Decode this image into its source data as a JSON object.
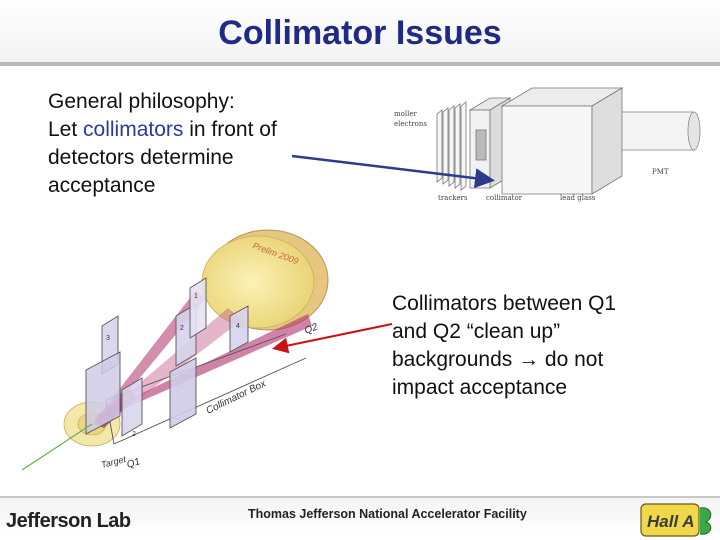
{
  "slide": {
    "title": "Collimator Issues",
    "left_text": {
      "line1": "General philosophy:",
      "line2_before": "Let ",
      "line2_highlight": "collimators",
      "line2_after": " in front of",
      "line3": "detectors determine",
      "line4": "acceptance"
    },
    "right_text": {
      "line1": "Collimators between Q1",
      "line2": "and Q2 “clean up”",
      "line3": "backgrounds → do not",
      "line4": "impact acceptance"
    },
    "top_diagram_labels": {
      "moller": "moller",
      "electrons": "electrons",
      "trackers": "trackers",
      "collimator": "collimator",
      "lead_glass": "lead glass",
      "pmt": "PMT"
    },
    "main_diagram_labels": {
      "q2": "Q2",
      "q1": "Q1",
      "collimator_box": "Collimator Box",
      "target": "Target",
      "prelim": "Prelim 2009",
      "n1": "1",
      "n2": "2",
      "n3": "3",
      "n4": "4"
    }
  },
  "footer": {
    "lab_name": "Jefferson Lab",
    "facility": "Thomas Jefferson National Accelerator Facility",
    "halla_logo_text": "Hall A"
  },
  "colors": {
    "title": "#1f2a86",
    "highlight": "#2a3aa0",
    "arrow_blue": "#2b3c8f",
    "arrow_red": "#cc1111",
    "beam_magenta": "#b0306a",
    "magnet_yellow": "#f3e58c"
  }
}
